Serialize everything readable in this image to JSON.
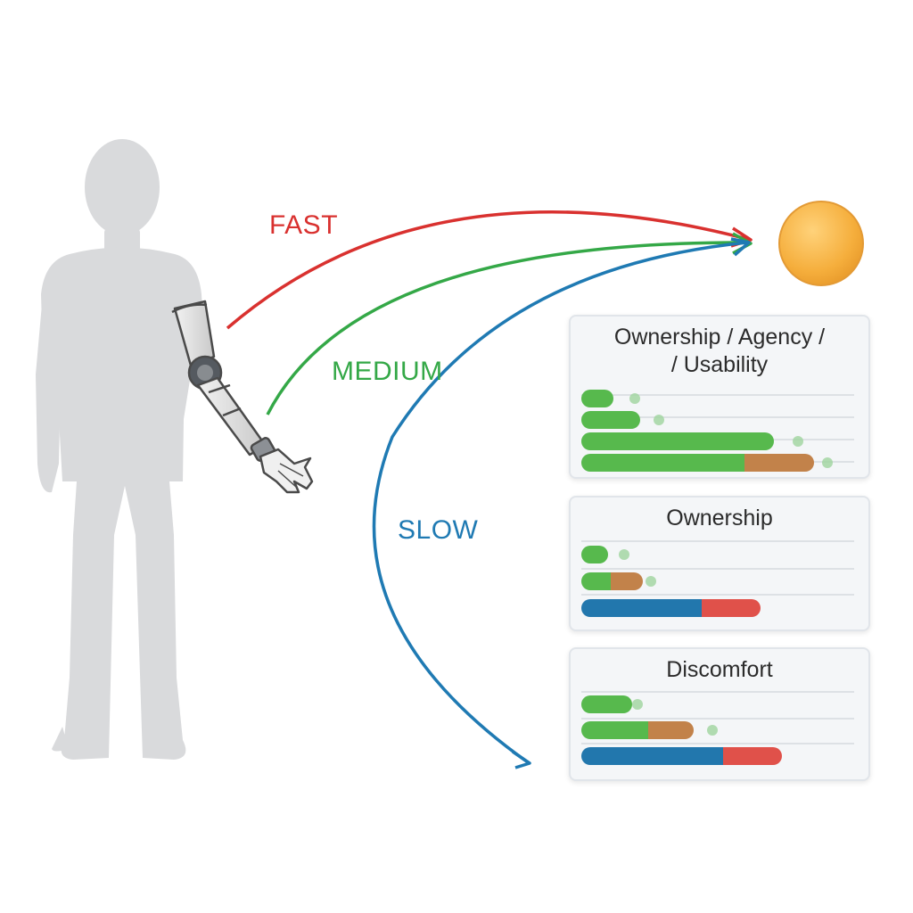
{
  "speeds": {
    "fast": "FAST",
    "medium": "MEDIUM",
    "slow": "SLOW"
  },
  "colors": {
    "fast": "#d9312f",
    "medium": "#34a847",
    "slow": "#1f7ab3",
    "target": "#f2ab3a",
    "silhouette": "#d9dadc",
    "bar_green": "#57b94d",
    "bar_orange": "#c2824a",
    "bar_blue": "#2277ad",
    "bar_red": "#e0514a"
  },
  "panels": [
    {
      "title_line1": "Ownership / Agency /",
      "title_line2": "/ Usability",
      "bars": [
        {
          "segments": [
            {
              "color": "bar_green",
              "fraction": 0.12
            }
          ],
          "tip": 0.18
        },
        {
          "segments": [
            {
              "color": "bar_green",
              "fraction": 0.22
            }
          ],
          "tip": 0.27
        },
        {
          "segments": [
            {
              "color": "bar_green",
              "fraction": 0.72
            }
          ],
          "tip": 0.79
        },
        {
          "segments": [
            {
              "color": "bar_green",
              "fraction": 0.61
            },
            {
              "color": "bar_orange",
              "fraction": 0.26
            }
          ],
          "tip": 0.9
        }
      ]
    },
    {
      "title_line1": "Ownership",
      "bars": [
        {
          "segments": [
            {
              "color": "bar_green",
              "fraction": 0.1
            }
          ],
          "tip": 0.14
        },
        {
          "segments": [
            {
              "color": "bar_green",
              "fraction": 0.11
            },
            {
              "color": "bar_orange",
              "fraction": 0.12
            }
          ],
          "tip": 0.24
        },
        {
          "segments": [
            {
              "color": "bar_blue",
              "fraction": 0.45
            },
            {
              "color": "bar_red",
              "fraction": 0.22
            }
          ],
          "tip": null
        }
      ]
    },
    {
      "title_line1": "Discomfort",
      "bars": [
        {
          "segments": [
            {
              "color": "bar_green",
              "fraction": 0.19
            }
          ],
          "tip": 0.19
        },
        {
          "segments": [
            {
              "color": "bar_green",
              "fraction": 0.25
            },
            {
              "color": "bar_orange",
              "fraction": 0.17
            }
          ],
          "tip": 0.47
        },
        {
          "segments": [
            {
              "color": "bar_blue",
              "fraction": 0.53
            },
            {
              "color": "bar_red",
              "fraction": 0.22
            }
          ],
          "tip": null
        }
      ]
    }
  ]
}
